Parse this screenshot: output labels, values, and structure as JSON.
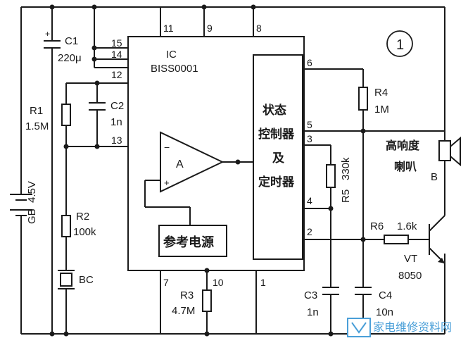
{
  "diagram": {
    "figure_number": "1",
    "ic": {
      "name": "IC",
      "part": "BISS0001"
    },
    "ic_pins": {
      "p11": "11",
      "p9": "9",
      "p8": "8",
      "p15": "15",
      "p14": "14",
      "p12": "12",
      "p13": "13",
      "p6": "6",
      "p5": "5",
      "p3": "3",
      "p4": "4",
      "p2": "2",
      "p7": "7",
      "p10": "10",
      "p1": "1"
    },
    "blocks": {
      "opamp": "A",
      "reference": "参考电源",
      "state_controller": [
        "状态",
        "控制器",
        "及",
        "定时器"
      ]
    },
    "components": {
      "c1": {
        "name": "C1",
        "value": "220μ"
      },
      "r1": {
        "name": "R1",
        "value": "1.5M"
      },
      "battery": {
        "name": "GB",
        "value": "4.5V"
      },
      "c2": {
        "name": "C2",
        "value": "1n"
      },
      "r2": {
        "name": "R2",
        "value": "100k"
      },
      "bc": {
        "name": "BC"
      },
      "r3": {
        "name": "R3",
        "value": "4.7M"
      },
      "r4": {
        "name": "R4",
        "value": "1M"
      },
      "r5": {
        "name": "R5",
        "value": "330k"
      },
      "c3": {
        "name": "C3",
        "value": "1n"
      },
      "c4": {
        "name": "C4",
        "value": "10n"
      },
      "r6": {
        "name": "R6",
        "value": "1.6k"
      },
      "vt": {
        "name": "VT",
        "value": "8050"
      },
      "speaker": {
        "name": "B",
        "label": [
          "高响度",
          "喇叭"
        ]
      }
    },
    "polarity": {
      "plus": "+",
      "minus": "−"
    },
    "watermark": "家电维修资料网"
  }
}
